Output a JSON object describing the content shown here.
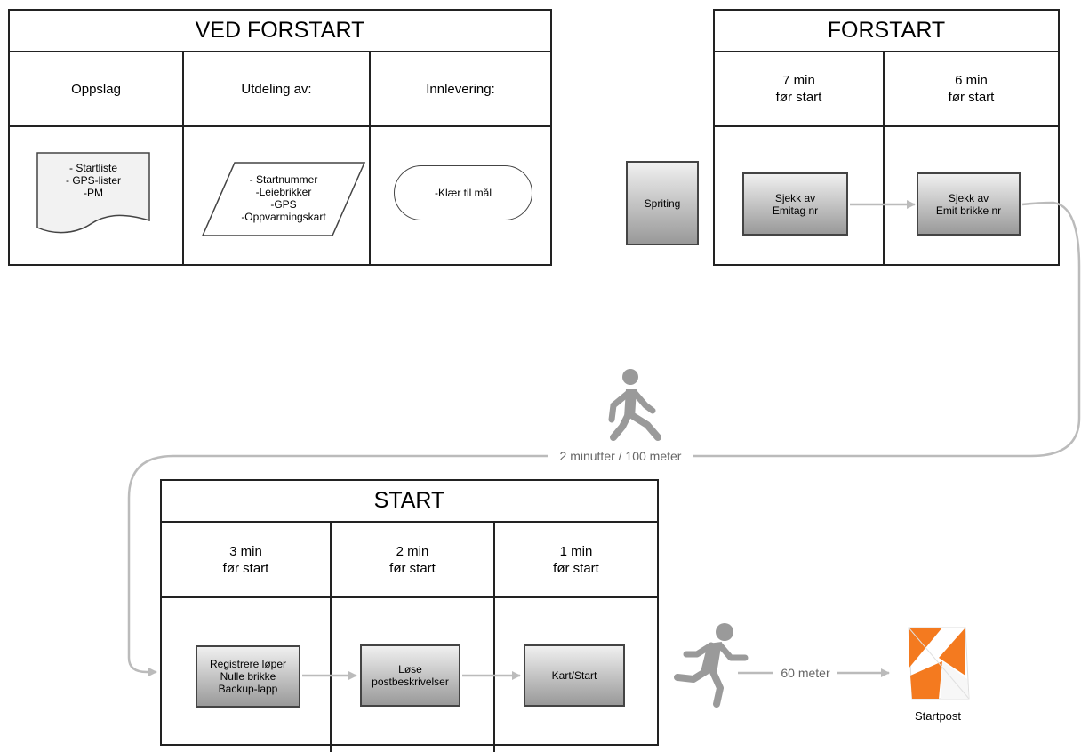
{
  "ved_forstart": {
    "title": "VED FORSTART",
    "columns": [
      "Oppslag",
      "Utdeling av:",
      "Innlevering:"
    ],
    "document_text": "- Startliste\n- GPS-lister\n-PM",
    "parallelogram_text": "- Startnummer\n-Leiebrikker\n-GPS\n-Oppvarmingskart",
    "terminator_text": "-Klær til mål"
  },
  "spriting": {
    "label": "Spriting"
  },
  "forstart": {
    "title": "FORSTART",
    "columns": [
      "7 min\nfør start",
      "6 min\nfør start"
    ],
    "steps": [
      "Sjekk av\nEmitag nr",
      "Sjekk av\nEmit brikke nr"
    ]
  },
  "transit": {
    "label": "2 minutter / 100 meter",
    "icon": "walking-person-icon"
  },
  "start": {
    "title": "START",
    "columns": [
      "3 min\nfør start",
      "2 min\nfør start",
      "1 min\nfør start"
    ],
    "steps": [
      "Registrere løper\nNulle brikke\nBackup-lapp",
      "Løse\npostbeskrivelser",
      "Kart/Start"
    ]
  },
  "finish_leg": {
    "label": "60 meter",
    "icon": "running-person-icon"
  },
  "startpost": {
    "label": "Startpost",
    "icon": "orienteering-flag-icon"
  },
  "colors": {
    "box_top": "#f0f0f0",
    "box_bottom": "#999999",
    "connector": "#bbbbbb",
    "flag_orange": "#f47a1f",
    "person": "#9a9a9a"
  }
}
